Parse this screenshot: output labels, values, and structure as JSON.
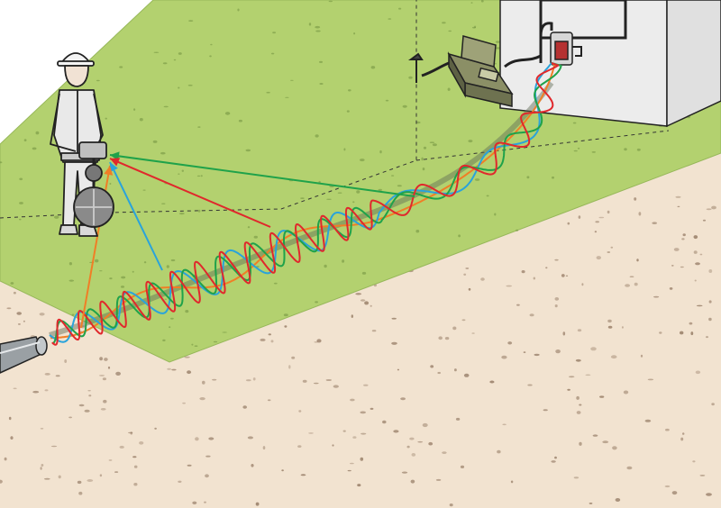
{
  "colors": {
    "grass": "#b3d16f",
    "grass_edge": "#97b85a",
    "soil": "#f2e3d0",
    "soil_speck": "#8a6f58",
    "grass_speck": "#6f8f3e",
    "wave_red": "#e0282c",
    "wave_green": "#1fa24a",
    "wave_blue": "#2aa3db",
    "wave_orange": "#f07e26",
    "building": "#ececec",
    "outline": "#1a1a1a"
  },
  "icons": {
    "worker": "person-with-locator-icon",
    "transmitter": "transmitter-case-icon",
    "ground_stake": "ground-stake-icon",
    "meter_box": "meter-connection-icon",
    "pipe": "buried-pipe-icon"
  },
  "signals": [
    {
      "name": "red",
      "color_key": "wave_red"
    },
    {
      "name": "green",
      "color_key": "wave_green"
    },
    {
      "name": "blue",
      "color_key": "wave_blue"
    },
    {
      "name": "orange",
      "color_key": "wave_orange"
    }
  ]
}
